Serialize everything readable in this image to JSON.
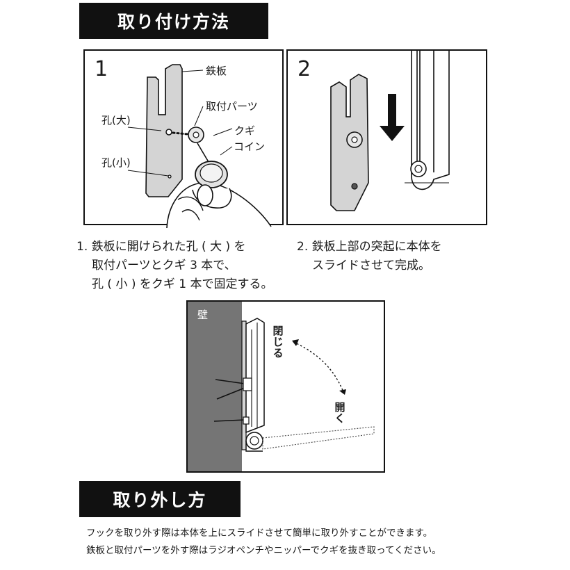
{
  "sections": {
    "install_title": "取り付け方法",
    "removal_title": "取り外し方"
  },
  "step1": {
    "number": "1",
    "labels": {
      "steel_plate": "鉄板",
      "mount_part": "取付パーツ",
      "nail": "クギ",
      "coin": "コイン",
      "hole_large": "孔(大)",
      "hole_small": "孔(小)"
    },
    "caption": [
      "1. 鉄板に開けられた孔 ( 大 ) を",
      "取付パーツとクギ 3 本で、",
      "孔 ( 小 ) をクギ 1 本で固定する。"
    ]
  },
  "step2": {
    "number": "2",
    "caption": [
      "2. 鉄板上部の突起に本体を",
      "スライドさせて完成。"
    ]
  },
  "step3": {
    "wall": "壁",
    "close": [
      "閉",
      "じ",
      "る"
    ],
    "open": [
      "開",
      "く"
    ]
  },
  "removal_notes": [
    "フックを取り外す際は本体を上にスライドさせて簡単に取り外すことができます。",
    "鉄板と取付パーツを外す際はラジオペンチやニッパーでクギを抜き取ってください。"
  ],
  "colors": {
    "banner_bg": "#111111",
    "plate_fill": "#d4d4d4",
    "wall_fill": "#757575",
    "outline": "#111111"
  }
}
